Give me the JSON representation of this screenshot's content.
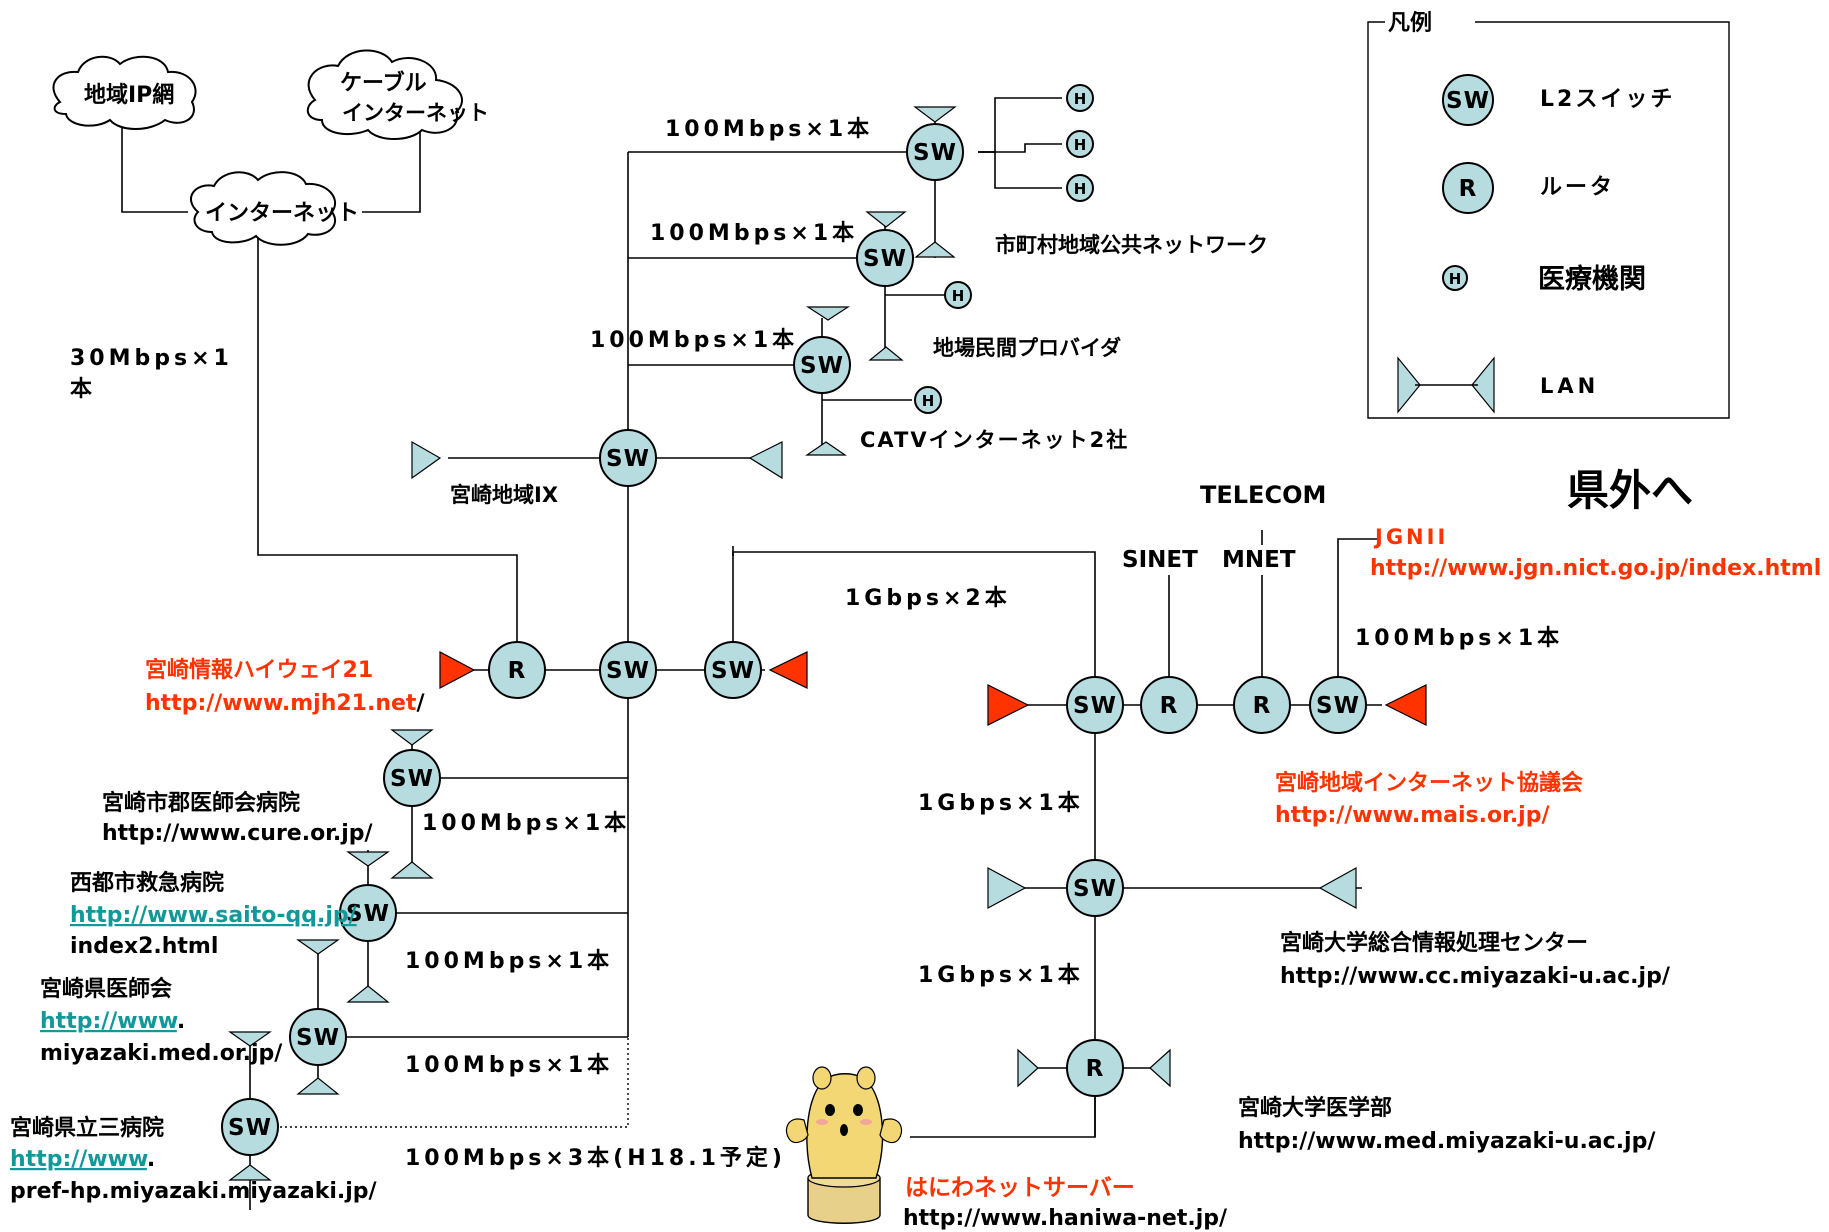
{
  "legend": {
    "title": "凡例",
    "sw_symbol": "SW",
    "sw_label": "L2スイッチ",
    "r_symbol": "R",
    "r_label": "ルータ",
    "h_symbol": "H",
    "h_label": "医療機関",
    "lan_label": "LAN"
  },
  "clouds": {
    "regional_ip": "地域IP網",
    "cable_line1": "ケーブル",
    "cable_line2": "インターネット",
    "internet": "インターネット"
  },
  "links": {
    "bw_30m_line1": "30Mbps×1",
    "bw_30m_line2": "本",
    "bw_top_1": "100Mbps×1本",
    "bw_top_2": "100Mbps×1本",
    "bw_top_3": "100Mbps×1本",
    "bw_1g_x2": "1Gbps×2本",
    "bw_100_right": "100Mbps×1本",
    "bw_1g_a": "1Gbps×1本",
    "bw_1g_b": "1Gbps×1本",
    "bw_left_1": "100Mbps×1本",
    "bw_left_2": "100Mbps×1本",
    "bw_left_3": "100Mbps×1本",
    "bw_left_4": "100Mbps×3本(H18.1予定)"
  },
  "labels": {
    "municipal": "市町村地域公共ネットワーク",
    "local_provider": "地場民間プロバイダ",
    "catv": "CATVインターネット2社",
    "ix": "宮崎地域IX",
    "telecom": "TELECOM",
    "sinet": "SINET",
    "mnet": "MNET",
    "kengai": "県外へ",
    "jgn_name": "JGNII",
    "jgn_url": "http://www.jgn.nict.go.jp/index.html",
    "mjh_name": "宮崎情報ハイウェイ21",
    "mjh_url": "http://www.mjh21.net",
    "mjh_url_tail": "/",
    "mais_name": "宮崎地域インターネット協議会",
    "mais_url": "http://www.mais.or.jp/",
    "cc_name": "宮崎大学総合情報処理センター",
    "cc_url": "http://www.cc.miyazaki-u.ac.jp/",
    "med_name": "宮崎大学医学部",
    "med_url": "http://www.med.miyazaki-u.ac.jp/",
    "haniwa_name": "はにわネットサーバー",
    "haniwa_url": "http://www.haniwa-net.jp/",
    "cure_name": "宮崎市郡医師会病院",
    "cure_url": "http://www.cure.or.jp/",
    "saito_name": "西都市救急病院",
    "saito_url": "http://www.saito-qq.jp",
    "saito_url_tail": "/",
    "saito_url2": "index2.html",
    "med_assoc_name": "宮崎県医師会",
    "med_assoc_url": "http://www",
    "med_assoc_url_dot": ".",
    "med_assoc_url2": "miyazaki.med.or.jp/",
    "pref_name": "宮崎県立三病院",
    "pref_url": "http://www",
    "pref_url_dot": ".",
    "pref_url2": "pref-hp.miyazaki.miyazaki.jp/"
  },
  "colors": {
    "node_fill": "#b7dce0",
    "accent_red": "#ff3300",
    "link_teal": "#119999"
  }
}
